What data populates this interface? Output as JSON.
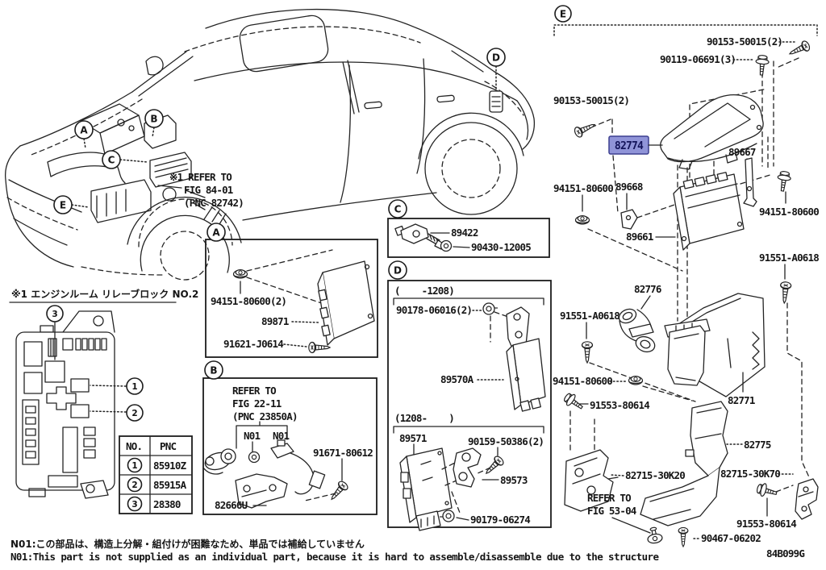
{
  "highlight": {
    "fill": "#9094d8",
    "stroke": "#3c3f8f",
    "text_color": "#14145a"
  },
  "car": {
    "callout_a": "A",
    "callout_b": "B",
    "callout_c": "C",
    "callout_d": "D",
    "callout_e": "E",
    "refer1": "※1 REFER TO",
    "refer2": "FIG 84-01",
    "refer3": "(PNC 82742)",
    "relay_note_jp": "※1 エンジンルーム リレーブロック NO.2"
  },
  "fusebox": {
    "callout_1": "1",
    "callout_2": "2",
    "callout_3": "3",
    "table": {
      "col_no": "NO.",
      "col_pnc": "PNC",
      "rows": [
        {
          "no": "1",
          "pnc": "85910Z"
        },
        {
          "no": "2",
          "pnc": "85915A"
        },
        {
          "no": "3",
          "pnc": "28380"
        }
      ]
    }
  },
  "section_a": {
    "callout": "A",
    "pn_nut": "94151-80600(2)",
    "pn_module": "89871",
    "pn_screw": "91621-J0614"
  },
  "section_b": {
    "callout": "B",
    "refer1": "REFER TO",
    "refer2": "FIG 22-11",
    "refer3": "(PNC 23850A)",
    "n01_a": "N01",
    "n01_b": "N01",
    "pn_screw": "91671-80612",
    "pn_bracket": "82666U"
  },
  "section_c": {
    "callout": "C",
    "pn_sensor": "89422",
    "pn_washer": "90430-12005"
  },
  "section_d": {
    "callout": "D",
    "range_early": "(    -1208)",
    "pn_bolt_early": "90178-06016(2)",
    "pn_module_early": "89570A",
    "range_late": "(1208-    )",
    "pn_module_late": "89571",
    "pn_screw_late": "90159-50386(2)",
    "pn_bracket_late": "89573",
    "pn_grommet_late": "90179-06274"
  },
  "section_e": {
    "callout": "E",
    "pn_screw_tr": "90153-50015(2)",
    "pn_bolt_tr": "90119-06691(3)",
    "pn_screw_tl": "90153-50015(2)",
    "pn_cover": "82774",
    "pn_stay": "89667",
    "pn_nut_left": "94151-80600",
    "pn_bracket": "89668",
    "pn_module": "89661",
    "pn_nut_right": "94151-80600",
    "pn_bolt_right": "91551-A0618",
    "pn_hose": "82776",
    "pn_bolt_left": "91551-A0618",
    "pn_nut_bottom": "94151-80600",
    "pn_screw_bottom_left": "91553-80614",
    "pn_case": "82771",
    "pn_duct": "82775",
    "pn_bracket_left": "82715-30K20",
    "pn_bracket_right": "82715-30K70",
    "refer1": "REFER TO",
    "refer2": "FIG 53-04",
    "pn_screw_bottom_right": "91553-80614",
    "pn_bolt_bottom": "90467-06202"
  },
  "notes": {
    "n01_jp": "N01:この部品は、構造上分解・組付けが困難なため、単品では補給していません",
    "n01_en": "N01:This part is not supplied as an individual part, because it is hard to assemble/disassemble due to the structure",
    "drawing_code": "84B099G"
  }
}
